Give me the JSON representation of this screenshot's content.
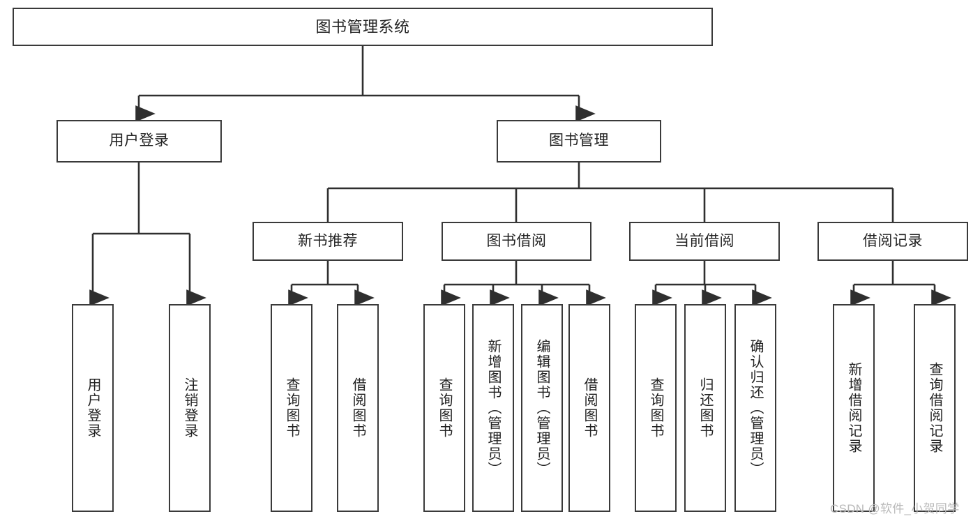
{
  "diagram": {
    "title": "图书管理系统",
    "type": "tree-hierarchy-diagram",
    "colors": {
      "box_border": "#3a3a3a",
      "box_fill": "#ffffff",
      "connector": "#2f2f2f",
      "text": "#222222",
      "watermark": "#b9b9b9",
      "background": "#ffffff"
    },
    "root": {
      "label": "图书管理系统"
    },
    "level1": [
      {
        "label": "用户登录"
      },
      {
        "label": "图书管理"
      }
    ],
    "level2": [
      {
        "label": "新书推荐"
      },
      {
        "label": "图书借阅"
      },
      {
        "label": "当前借阅"
      },
      {
        "label": "借阅记录"
      }
    ],
    "leaves": {
      "user_login": [
        {
          "label": "用户登录"
        },
        {
          "label": "注销登录"
        }
      ],
      "new_book_recommend": [
        {
          "label": "查询图书"
        },
        {
          "label": "借阅图书"
        }
      ],
      "book_borrow": [
        {
          "label": "查询图书"
        },
        {
          "label": "新增图书（管理员）"
        },
        {
          "label": "编辑图书（管理员）"
        },
        {
          "label": "借阅图书"
        }
      ],
      "current_borrow": [
        {
          "label": "查询图书"
        },
        {
          "label": "归还图书"
        },
        {
          "label": "确认归还（管理员）"
        }
      ],
      "borrow_record": [
        {
          "label": "新增借阅记录"
        },
        {
          "label": "查询借阅记录"
        }
      ]
    }
  },
  "watermark": {
    "text": "CSDN @软件_小贺同学"
  }
}
